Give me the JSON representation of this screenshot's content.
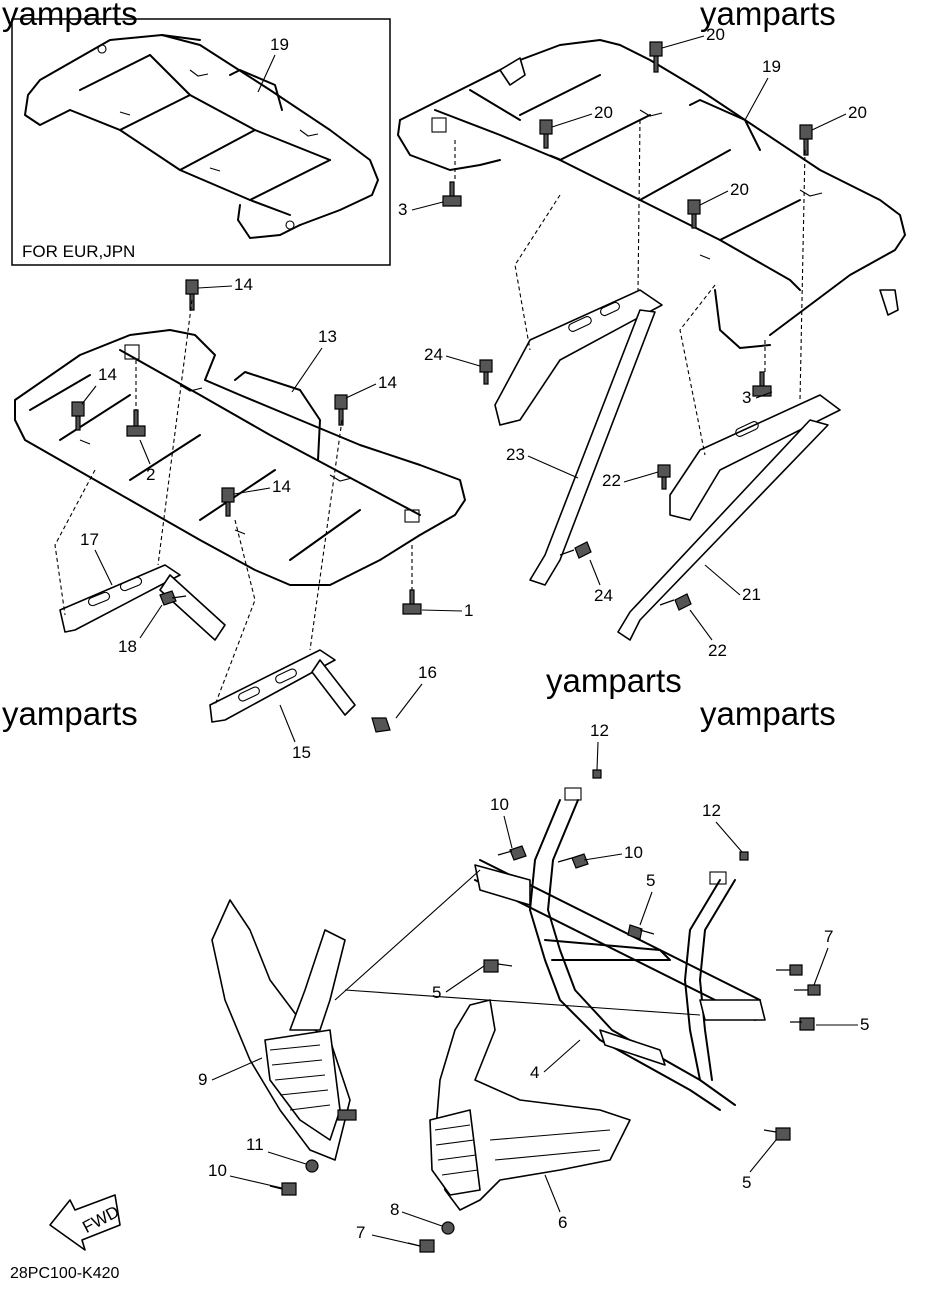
{
  "watermarks": [
    "yamparts",
    "yamparts",
    "yamparts",
    "yamparts",
    "yamparts"
  ],
  "inset": {
    "caption": "FOR EUR,JPN",
    "callout": "19"
  },
  "fwd_label": "FWD",
  "drawing_code": "28PC100-K420",
  "callouts": {
    "c1": "1",
    "c2": "2",
    "c3a": "3",
    "c3b": "3",
    "c4": "4",
    "c5a": "5",
    "c5b": "5",
    "c5c": "5",
    "c5d": "5",
    "c6": "6",
    "c7a": "7",
    "c7b": "7",
    "c8": "8",
    "c9": "9",
    "c10a": "10",
    "c10b": "10",
    "c10c": "10",
    "c11": "11",
    "c12a": "12",
    "c12b": "12",
    "c13": "13",
    "c14a": "14",
    "c14b": "14",
    "c14c": "14",
    "c14d": "14",
    "c15": "15",
    "c16": "16",
    "c17": "17",
    "c18": "18",
    "c19": "19",
    "c20a": "20",
    "c20b": "20",
    "c20c": "20",
    "c20d": "20",
    "c21": "21",
    "c22a": "22",
    "c22b": "22",
    "c23": "23",
    "c24a": "24",
    "c24b": "24"
  }
}
